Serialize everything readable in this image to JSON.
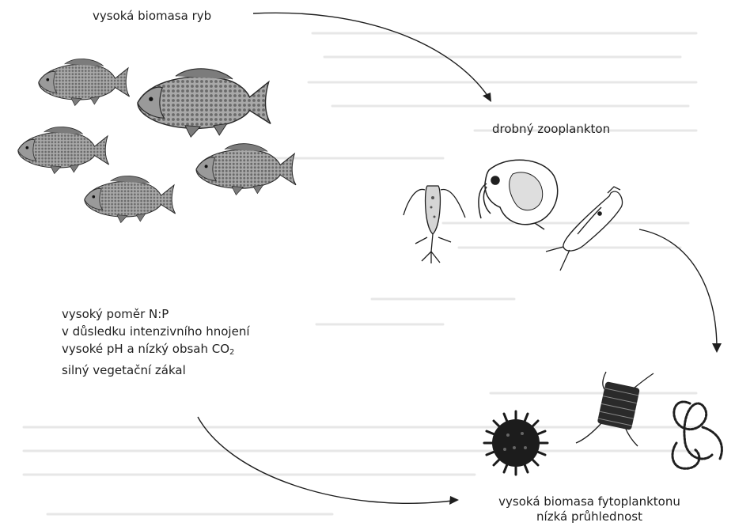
{
  "labels": {
    "fish_biomass": "vysoká biomasa ryb",
    "zooplankton": "drobný zooplankton",
    "conditions": [
      "vysoký poměr N:P",
      "v důsledku intenzivního hnojení",
      "vysoké pH a nízký obsah CO",
      "silný vegetační zákal"
    ],
    "co2_subscript": "2",
    "phytoplankton": [
      "vysoká biomasa fytoplanktonu",
      "nízká průhlednost"
    ]
  },
  "icons": {
    "fish": "carp-fish-icon",
    "copepod": "copepod-icon",
    "daphnia": "daphnia-icon",
    "rotifer": "rotifer-icon",
    "pediastrum": "pediastrum-icon",
    "diatom": "diatom-colony-icon",
    "cyanobacteria": "filamentous-cyanobacteria-icon"
  },
  "colors": {
    "ink": "#1f1f1f",
    "fish_fill": "#8a8a8a",
    "bleed_text": "#b9b9b9"
  }
}
